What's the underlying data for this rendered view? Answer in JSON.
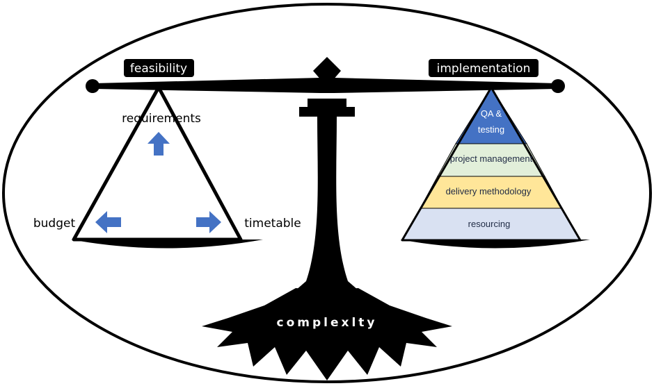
{
  "labels": {
    "feasibility": "feasibility",
    "implementation": "implementation",
    "requirements": "requirements",
    "budget": "budget",
    "timetable": "timetable",
    "complexity": "complexlty"
  },
  "pyramid": {
    "qa_line1": "QA &",
    "qa_line2": "testing",
    "project_management": "project management",
    "delivery_methodology": "delivery methodology",
    "resourcing": "resourcing"
  },
  "colors": {
    "outline": "#000000",
    "arrow": "#4472c4",
    "qa_testing": "#4472c4",
    "project_management": "#e2efda",
    "delivery_methodology": "#ffe699",
    "resourcing": "#d9e1f2"
  }
}
